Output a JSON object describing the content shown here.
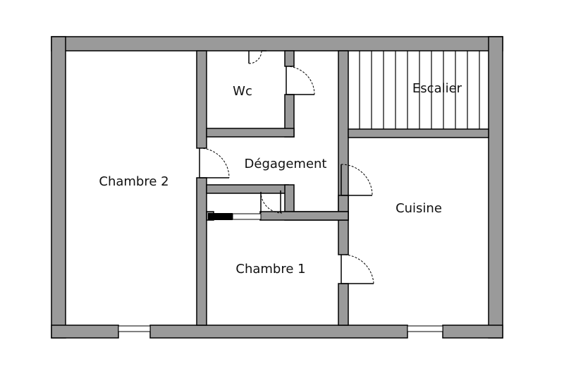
{
  "plan": {
    "rooms": [
      {
        "key": "chambre2",
        "label": "Chambre 2"
      },
      {
        "key": "wc",
        "label": "Wc"
      },
      {
        "key": "escalier",
        "label": "Escalier"
      },
      {
        "key": "degagement",
        "label": "Dégagement"
      },
      {
        "key": "cuisine",
        "label": "Cuisine"
      },
      {
        "key": "chambre1",
        "label": "Chambre 1"
      }
    ]
  },
  "colors": {
    "wall": "#9a9a9a",
    "outline": "#000000",
    "background": "#ffffff"
  }
}
